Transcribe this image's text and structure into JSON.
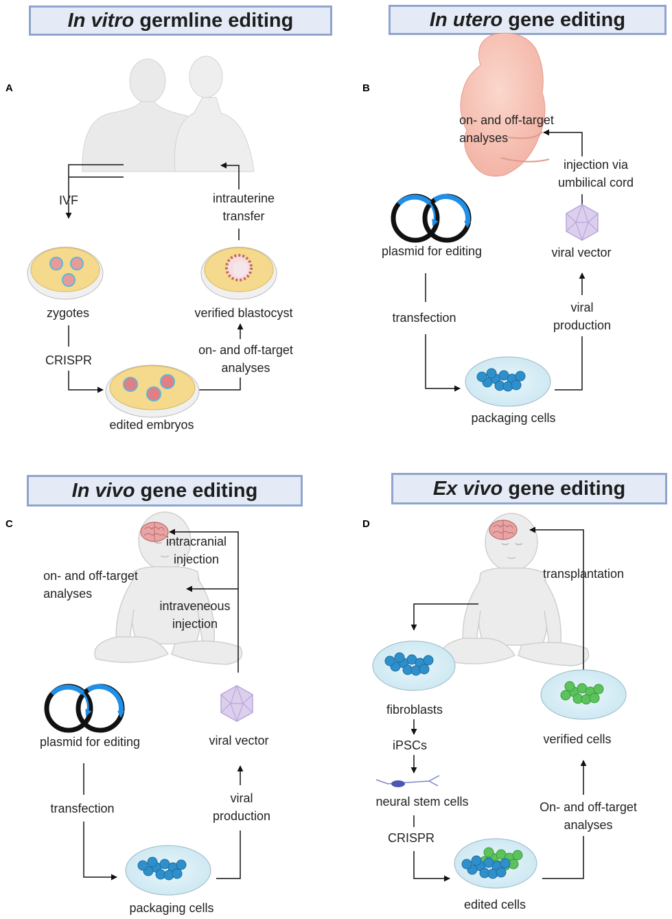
{
  "panels": {
    "a": {
      "letter": "A",
      "title_italic": "In vitro",
      "title_rest": "germline editing",
      "labels": {
        "ivf": "IVF",
        "intrauterine_1": "intrauterine",
        "intrauterine_2": "transfer",
        "zygotes": "zygotes",
        "verified_blastocyst": "verified blastocyst",
        "crispr": "CRISPR",
        "analyses_1": "on- and off-target",
        "analyses_2": "analyses",
        "edited_embryos": "edited embryos"
      }
    },
    "b": {
      "letter": "B",
      "title_italic": "In utero",
      "title_rest": "gene editing",
      "labels": {
        "analyses_1": "on- and off-target",
        "analyses_2": "analyses",
        "injection_1": "injection via",
        "injection_2": "umbilical cord",
        "plasmid": "plasmid for editing",
        "viral_vector": "viral vector",
        "transfection": "transfection",
        "viral_1": "viral",
        "viral_2": "production",
        "packaging": "packaging cells"
      }
    },
    "c": {
      "letter": "C",
      "title_italic": "In vivo",
      "title_rest": "gene editing",
      "labels": {
        "intracranial_1": "intracranial",
        "intracranial_2": "injection",
        "analyses_1": "on- and off-target",
        "analyses_2": "analyses",
        "intravenous_1": "intraveneous",
        "intravenous_2": "injection",
        "plasmid": "plasmid for editing",
        "viral_vector": "viral vector",
        "transfection": "transfection",
        "viral_1": "viral",
        "viral_2": "production",
        "packaging": "packaging cells"
      }
    },
    "d": {
      "letter": "D",
      "title_italic": "Ex vivo",
      "title_rest": "gene editing",
      "labels": {
        "transplantation": "transplantation",
        "fibroblasts": "fibroblasts",
        "ipscs": "iPSCs",
        "verified_cells": "verified cells",
        "neural": "neural stem cells",
        "crispr": "CRISPR",
        "analyses_1": "On- and off-target",
        "analyses_2": "analyses",
        "edited_cells": "edited cells"
      }
    }
  },
  "colors": {
    "title_bg": "#e4ebf6",
    "title_border": "#8fa4cc",
    "plasmid_blue": "#1f8fe8",
    "cell_blue": "#2f8fca",
    "cell_green": "#5cc25c",
    "virus_purple": "#d6c8ec",
    "agar_yellow": "#f5d98c",
    "skin_gray": "#eaeaea"
  },
  "icons": [
    "adult-couple-icon",
    "petri-dish-icon",
    "fetus-icon",
    "plasmid-icon",
    "virus-icon",
    "baby-icon",
    "brain-icon",
    "neuron-icon"
  ]
}
